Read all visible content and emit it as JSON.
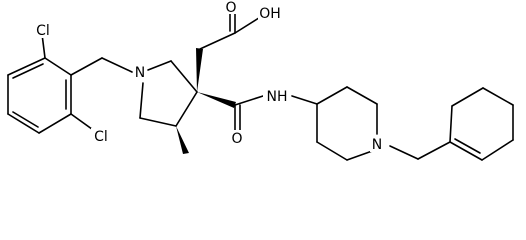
{
  "molecule": {
    "atom_labels": {
      "cl_top": "Cl",
      "cl_bottom": "Cl",
      "n_ring": "N",
      "oh": "OH",
      "o_acid": "O",
      "o_amide": "O",
      "nh_amide": "NH",
      "n_piperidine": "N"
    }
  }
}
